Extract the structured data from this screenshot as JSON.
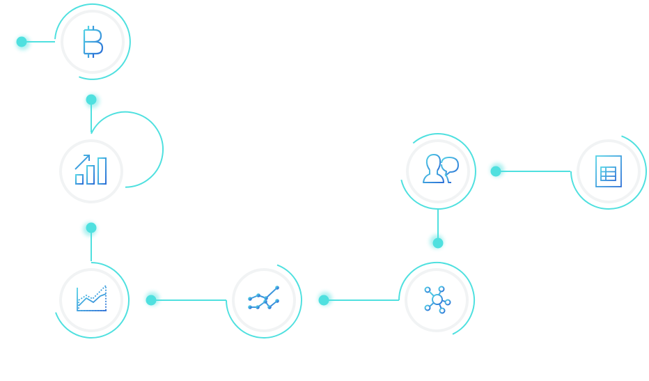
{
  "colors": {
    "accent": "#4fe0df",
    "icon_start": "#53d2e6",
    "icon_end": "#2b6fd6",
    "inner_ring": "#f1f3f4"
  },
  "nodes": [
    {
      "id": "bitcoin",
      "icon": "bitcoin-icon"
    },
    {
      "id": "growth",
      "icon": "growth-bar-chart-icon"
    },
    {
      "id": "area",
      "icon": "area-chart-icon"
    },
    {
      "id": "trend",
      "icon": "line-trend-icon"
    },
    {
      "id": "network",
      "icon": "network-nodes-icon"
    },
    {
      "id": "users",
      "icon": "users-chat-icon"
    },
    {
      "id": "document",
      "icon": "document-icon"
    }
  ],
  "connections": [
    {
      "from": "start",
      "to": "bitcoin"
    },
    {
      "from": "bitcoin",
      "to": "growth"
    },
    {
      "from": "growth",
      "to": "area"
    },
    {
      "from": "area",
      "to": "trend"
    },
    {
      "from": "trend",
      "to": "network"
    },
    {
      "from": "network",
      "to": "users"
    },
    {
      "from": "users",
      "to": "document"
    }
  ]
}
